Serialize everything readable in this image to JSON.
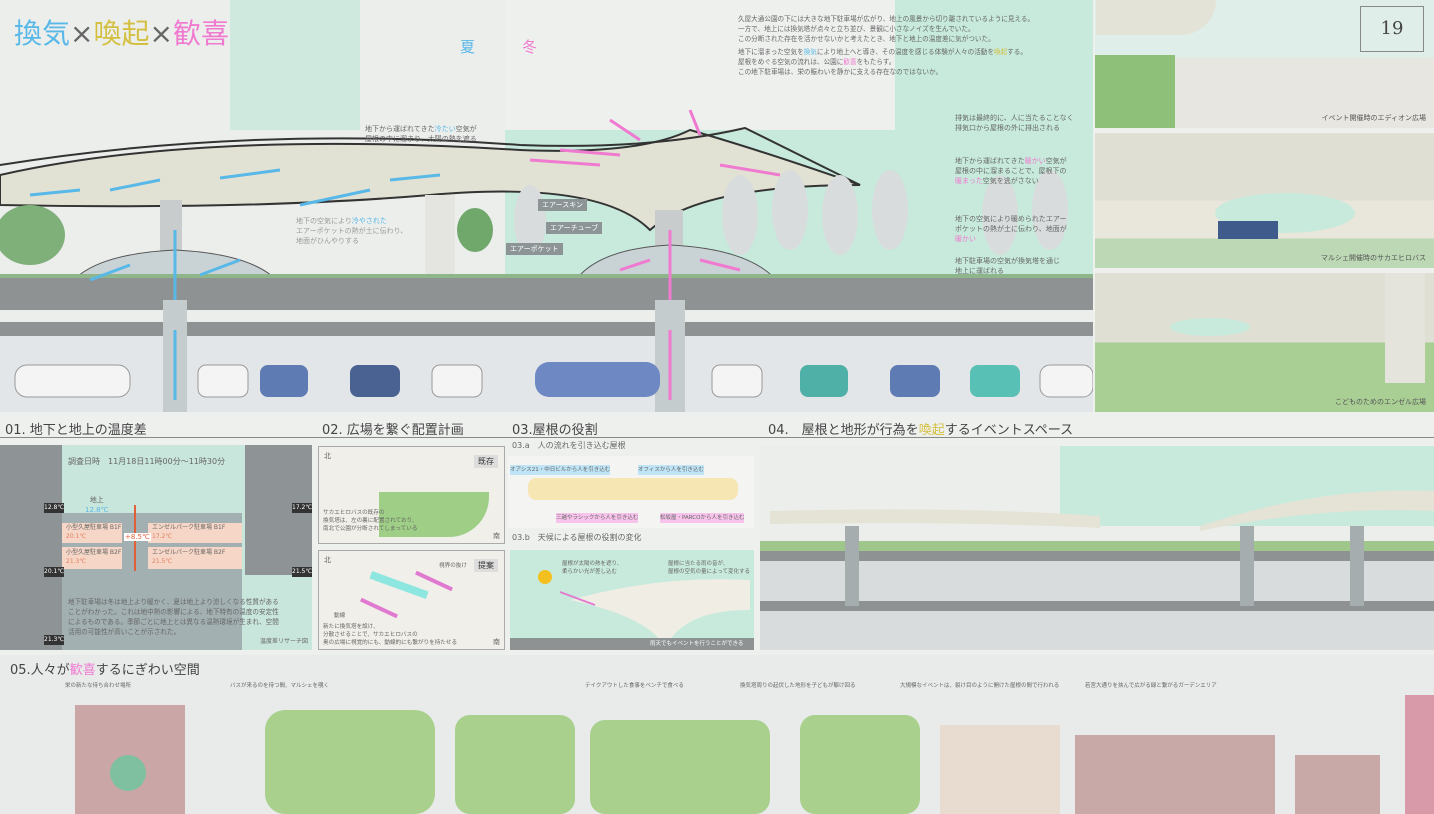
{
  "title": {
    "part1": "換気",
    "x1": "×",
    "part2": "喚起",
    "x2": "×",
    "part3": "歓喜"
  },
  "seasons": {
    "summer": "夏",
    "winter": "冬"
  },
  "intro": {
    "lines": [
      "久屋大通公園の下には大きな地下駐車場が広がり、地上の風景から切り離されているように見える。",
      "一方で、地上には換気塔が点々と立ち並び、景観に小さなノイズを生んでいた。",
      "この分断された存在を活かせないかと考えたとき、地下と地上の温度差に気がついた。"
    ],
    "l4a": "地下に溜まった空気を",
    "l4b": "換気",
    "l4c": "により地上へと導き、その温度を感じる体験が人々の活動を",
    "l4d": "喚起",
    "l4e": "する。",
    "l5a": "屋根をめぐる空気の流れは、公園に",
    "l5b": "歓喜",
    "l5c": "をもたらす。",
    "l6": "この地下駐車場は、栄の賑わいを静かに支える存在なのではないか。"
  },
  "page_number": "19",
  "section": {
    "note_summer_roof_a": "地下から運ばれてきた",
    "note_summer_roof_b": "冷たい",
    "note_summer_roof_c": "空気が",
    "note_summer_roof_2": "屋根の中に溜まり、太陽の熱を遮る",
    "note_summer_ground_a": "地下の空気により",
    "note_summer_ground_b": "冷やされた",
    "note_summer_ground_2": "エアーポケットの熱が土に伝わり、",
    "note_summer_ground_3": "地面がひんやりする",
    "label_skin": "エアースキン",
    "label_tube": "エアーチューブ",
    "label_pocket": "エアーポケット",
    "note_exhaust_1": "排気は最終的に、人に当たることなく",
    "note_exhaust_2": "排気口から屋根の外に排出される",
    "note_winter_roof_1a": "地下から運ばれてきた",
    "note_winter_roof_1b": "暖かい",
    "note_winter_roof_1c": "空気が",
    "note_winter_roof_2": "屋根の中に溜まることで、屋根下の",
    "note_winter_roof_3a": "暖まった",
    "note_winter_roof_3b": "空気を逃がさない",
    "note_winter_ground_1": "地下の空気により暖められたエアー",
    "note_winter_ground_2": "ポケットの熱が土に伝わり、地面が",
    "note_winter_ground_3": "暖かい",
    "note_tower_1": "地下駐車場の空気が換気塔を通じ",
    "note_tower_2": "地上に運ばれる"
  },
  "photos": [
    {
      "caption": "イベント開催時のエディオン広場"
    },
    {
      "caption": "マルシェ開催時のサカエヒロバス"
    },
    {
      "caption": "こどものためのエンゼル広場"
    }
  ],
  "s01": {
    "heading": "01. 地下と地上の温度差",
    "survey": "調査日時　11月18日11時00分～11時30分",
    "ground_label": "地上",
    "ground_temp": "12.8℃",
    "b1_left_label": "小型久屋駐車場 B1F",
    "b1_left_temp": "20.1℃",
    "b2_left_label": "小型久屋駐車場 B2F",
    "b2_left_temp": "21.3℃",
    "b1_right_label": "エンゼルパーク駐車場 B1F",
    "b1_right_temp": "17.2℃",
    "b2_right_label": "エンゼルパーク駐車場 B2F",
    "b2_right_temp": "21.5℃",
    "diff": "+8.5℃",
    "photo_readings": [
      "12.8℃",
      "20.1℃",
      "21.3℃",
      "17.2℃",
      "21.5℃"
    ],
    "body": [
      "地下駐車場は冬は地上より暖かく、夏は地上より涼しくなる性質がある",
      "ことがわかった。これは地中熱の影響による、地下特有の温度の安定性",
      "によるものである。季節ごとに地上とは異なる温熱環境が生まれ、空間",
      "活用の可能性が高いことが示された。"
    ],
    "source": "温度差リサーチ図"
  },
  "s02": {
    "heading": "02. 広場を繋ぐ配置計画",
    "existing": "既存",
    "proposal": "提案",
    "north": "北",
    "south": "南",
    "existing_note": [
      "サカエヒロバスの既存の",
      "換気塔は、左の裏に配置されており、",
      "南北で公園が分断されてしまっている"
    ],
    "view_label": "視界の抜け",
    "flow_label": "動線",
    "proposal_note": [
      "新たに換気塔を設け、",
      "分散させることで、サカエヒロバスの",
      "奥の広場に視覚的にも、動線的にも繋がりを持たせる"
    ]
  },
  "s03": {
    "heading": "03.屋根の役割",
    "a_heading": "03.a　人の流れを引き込む屋根",
    "a_labels": [
      "オアシス21・中日ビルから人を引き込む",
      "オフィスから人を引き込む",
      "三越やラシックから人を引き込む",
      "松坂屋・PARCOから人を引き込む"
    ],
    "b_heading": "03.b　天候による屋根の役割の変化",
    "b_note_left": [
      "屋根が太陽の熱を遮り、",
      "柔らかい光が差し込む"
    ],
    "b_note_right": [
      "屋根に当たる雨の音が、",
      "屋根の空気の量によって変化する"
    ],
    "b_caption": "雨天でもイベントを行うことができる"
  },
  "s04": {
    "heading_a": "04.　屋根と地形が行為を",
    "heading_b": "喚起",
    "heading_c": "するイベントスペース"
  },
  "s05": {
    "heading_a": "05.人々が",
    "heading_b": "歓喜",
    "heading_c": "するにぎわい空間",
    "notes": [
      "栄の新たな待ち合わせ場所",
      "バスが来るのを待つ間、マルシェを覗く",
      "テイクアウトした食事をベンチで食べる",
      "換気塔周りの起伏した地形を子どもが駆け回る",
      "大規模なイベントは、裂け目のように開けた屋根の間で行われる",
      "若宮大通りを挟んで広がる緑と繋がるガーデンエリア"
    ]
  },
  "colors": {
    "cool": "#58b8e8",
    "warm": "#f07ad0",
    "yellow": "#d4c040",
    "mint": "#bfe6d8",
    "ground": "#8e9292"
  }
}
